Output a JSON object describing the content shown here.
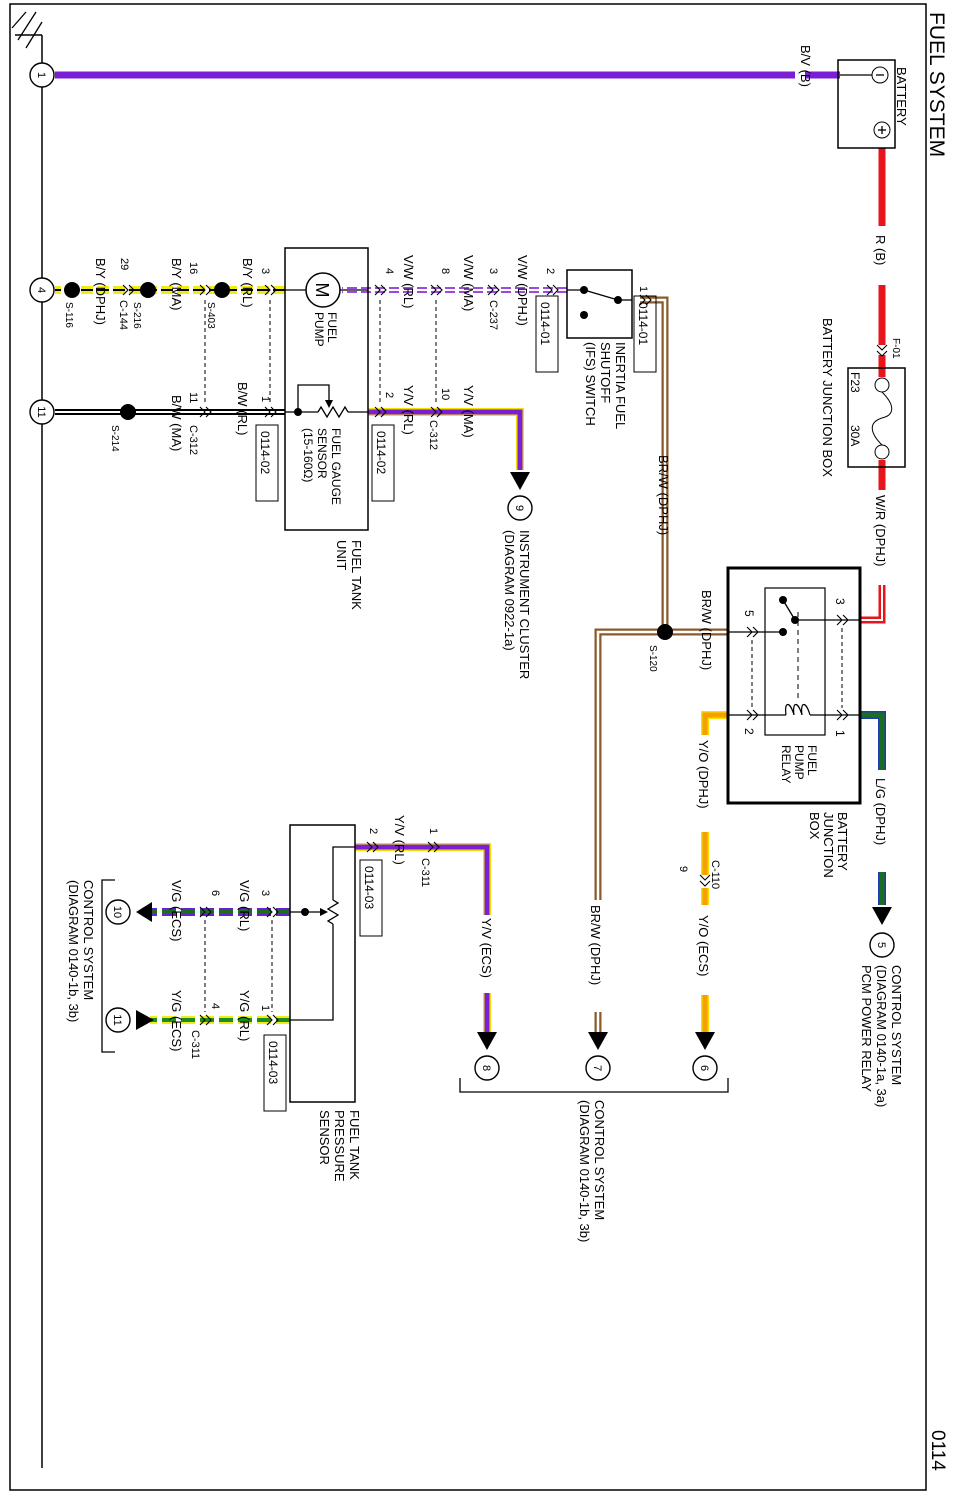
{
  "title": "FUEL SYSTEM",
  "page_number": "0114",
  "wire_colors": {
    "B/V": "#7a1fd6",
    "R": "#e8141b",
    "BR/W": "#8b5a2b",
    "Y/O": "#f5a000",
    "Y/V": "#7a1fd6",
    "L/G": "#1b6e1f",
    "B/Y": "#f0ec1a",
    "V/W": "#9b4be0",
    "B/W": "#000000",
    "V/G": "#1b6e1f",
    "Y/G": "#f0ec1a"
  },
  "grounds": {
    "g1": "1",
    "g4": "4",
    "g11": "11"
  },
  "battery": {
    "label": "BATTERY",
    "neg_symbol": "⊖",
    "pos_symbol": "⊕",
    "neg_wire": "B/V (B)",
    "pos_wire": "R (B)"
  },
  "fuse": {
    "connector": "F-01",
    "name": "F23",
    "rating": "30A",
    "box_label": "BATTERY JUNCTION BOX",
    "out_wire": "W/R (DPHJ)"
  },
  "relay": {
    "label": [
      "FUEL",
      "PUMP",
      "RELAY"
    ],
    "box_label": [
      "BATTERY",
      "JUNCTION",
      "BOX"
    ],
    "pins": {
      "p1": "1",
      "p2": "2",
      "p3": "3",
      "p5": "5"
    },
    "pin1_wire": "L/G (DPHJ)",
    "pin2_wire": "Y/O (DPHJ)",
    "pin5_wire": "BR/W (DPHJ)",
    "splice": "S-120"
  },
  "pcm_ref": {
    "circle": "5",
    "text": [
      "CONTROL SYSTEM",
      "(DIAGRAM 0140-1a, 3a)",
      "PCM POWER RELAY"
    ]
  },
  "c110": {
    "name": "C-110",
    "pin": "9",
    "out_wire": "Y/O (ECS)"
  },
  "ifs_switch": {
    "label": [
      "INERTIA FUEL",
      "SHUTOFF",
      "(IFS) SWITCH"
    ],
    "pin1": "1",
    "pin2": "2",
    "ref1": "0114-01",
    "ref2": "0114-01",
    "out_wire": "BR/W (DPHJ)",
    "lower_wire": "BR/W (DPHJ)"
  },
  "vw_circuit": {
    "w1": "V/W (DPHJ)",
    "c237_pin": "3",
    "c237": "C-237",
    "w2": "V/W (MA)",
    "c312_pin": "8",
    "w3": "V/W (RL)",
    "pump_pin": "4"
  },
  "fuel_tank_unit": {
    "label": [
      "FUEL TANK",
      "UNIT"
    ],
    "pump_label": [
      "FUEL",
      "PUMP"
    ],
    "motor_symbol": "M",
    "sensor_label": [
      "FUEL GAUGE",
      "SENSOR",
      "(15-160Ω)"
    ],
    "ref_top": "0114-02",
    "ref_bottom": "0114-02"
  },
  "yv_circuit": {
    "pin2": "2",
    "w1": "Y/V (RL)",
    "c312_pin": "10",
    "c312": "C-312",
    "w2": "Y/V (MA)"
  },
  "instrument_ref": {
    "circle": "9",
    "text": [
      "INSTRUMENT CLUSTER",
      "(DIAGRAM 0922-1a)"
    ]
  },
  "by_circuit": {
    "pin3": "3",
    "w1": "B/Y (RL)",
    "c312_pin": "16",
    "s403": "S-403",
    "w2": "B/Y (MA)",
    "c144_pin": "29",
    "c144": "C-144",
    "s216": "S-216",
    "w3": "B/Y (DPHJ)",
    "s116": "S-116"
  },
  "bw_circuit": {
    "pin1": "1",
    "w1": "B/W (RL)",
    "c312_pin": "11",
    "c312": "C-312",
    "w2": "B/W (MA)",
    "s214": "S-214"
  },
  "pressure_sensor": {
    "label": [
      "FUEL TANK",
      "PRESSURE",
      "SENSOR"
    ],
    "pin2": "2",
    "w_yv_rl": "Y/V (RL)",
    "c311_pin1": "1",
    "c311": "C-311",
    "w_yv_ecs": "Y/V (ECS)",
    "ref_top": "0114-03",
    "ref_bottom": "0114-03",
    "pin3": "3",
    "w_vg_rl": "V/G (RL)",
    "c311_pin6": "6",
    "w_vg_ecs": "V/G (ECS)",
    "pin1": "1",
    "w_yg_rl": "Y/G (RL)",
    "c311_pin4": "4",
    "w_yg_ecs": "Y/G (ECS)",
    "c311b": "C-311"
  },
  "control_refs_right": {
    "circles": [
      "6",
      "7",
      "8"
    ],
    "text": [
      "CONTROL SYSTEM",
      "(DIAGRAM 0140-1b, 3b)"
    ]
  },
  "control_refs_left": {
    "circles": [
      "10",
      "11"
    ],
    "text": [
      "CONTROL SYSTEM",
      "(DIAGRAM 0140-1b, 3b)"
    ]
  }
}
